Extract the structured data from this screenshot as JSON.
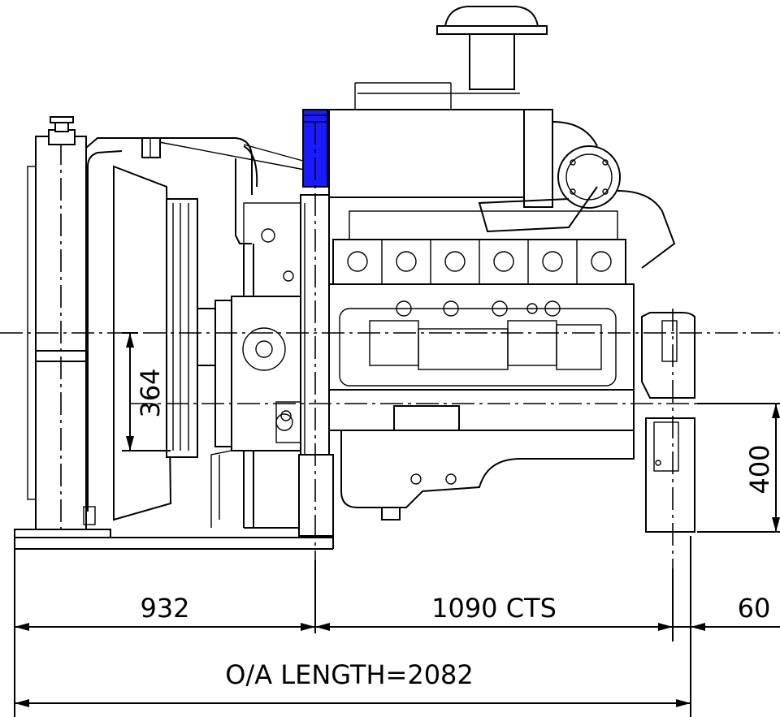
{
  "dimensions": {
    "radiator_to_flywheel": "932",
    "centers": "1090 CTS",
    "mount_offset": "60",
    "overall_length": "O/A LENGTH=2082",
    "fan_center_height": "364",
    "mount_height": "400"
  },
  "colors": {
    "highlight": "#1a1aff",
    "line": "#000000",
    "background": "#ffffff"
  }
}
